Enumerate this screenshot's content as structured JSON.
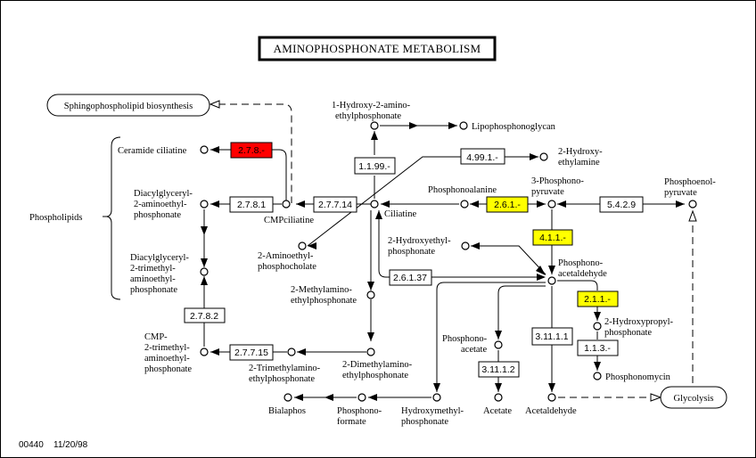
{
  "title": "AMINOPHOSPHONATE METABOLISM",
  "footer": {
    "map_id": "00440",
    "date": "11/20/98"
  },
  "colors": {
    "highlight_red": "#ff0000",
    "highlight_yellow": "#ffff00",
    "default_box": "#ffffff"
  },
  "pathway_links": {
    "sphingo": "Sphingophospholipid biosynthesis",
    "glycolysis": "Glycolysis"
  },
  "group_label": "Phospholipids",
  "enzymes": {
    "e2781": "2.7.8.1",
    "e278x": "2.7.8.-",
    "e27714": "2.7.7.14",
    "e1199": "1.1.99.-",
    "e4991": "4.99.1.-",
    "e261x": "2.6.1.-",
    "e5429": "5.4.2.9",
    "e411x": "4.1.1.-",
    "e26137": "2.6.1.37",
    "e211x": "2.1.1.-",
    "e113x": "1.1.3.-",
    "e31111": "3.11.1.1",
    "e31112": "3.11.1.2",
    "e2782": "2.7.8.2",
    "e27715": "2.7.7.15"
  },
  "compounds": {
    "ceramide": "Ceramide ciliatine",
    "dag_amino": [
      "Diacylglyceryl-",
      "2-aminoethyl-",
      "phosphonate"
    ],
    "dag_trimethyl": [
      "Diacylglyceryl-",
      "2-trimethyl-",
      "aminoethyl-",
      "phosphonate"
    ],
    "cmp_trimethyl": [
      "CMP-",
      "2-trimethyl-",
      "aminoethyl-",
      "phosphonate"
    ],
    "cmpciliatine": "CMPciliatine",
    "hydroxyamino": [
      "1-Hydroxy-2-amino-",
      "ethylphosphonate"
    ],
    "lipophosphonoglycan": "Lipophosphonoglycan",
    "hydroxyethylamine": [
      "2-Hydroxy-",
      "ethylamine"
    ],
    "ciliatine": "Ciliatine",
    "phosphonoalanine": "Phosphonoalanine",
    "phosphonopyruvate": [
      "3-Phosphono-",
      "pyruvate"
    ],
    "pep": [
      "Phosphoenol-",
      "pyruvate"
    ],
    "aminoethylphosphocholate": [
      "2-Aminoethyl-",
      "phosphocholate"
    ],
    "hydroxyethylphosphonate": [
      "2-Hydroxyethyl-",
      "phosphonate"
    ],
    "phosphonoacetaldehyde": [
      "Phosphono-",
      "acetaldehyde"
    ],
    "methylamino": [
      "2-Methylamino-",
      "ethylphosphonate"
    ],
    "hydroxypropyl": [
      "2-Hydroxypropyl-",
      "phosphonate"
    ],
    "phosphonoacetate": [
      "Phosphono-",
      "acetate"
    ],
    "trimethylamino": [
      "2-Trimethylamino-",
      "ethylphosphonate"
    ],
    "dimethylamino": [
      "2-Dimethylamino-",
      "ethylphosphonate"
    ],
    "phosphonomycin": "Phosphonomycin",
    "bialaphos": "Bialaphos",
    "phosphonoformate": [
      "Phosphono-",
      "formate"
    ],
    "hydroxymethyl": [
      "Hydroxymethyl-",
      "phosphonate"
    ],
    "acetate": "Acetate",
    "acetaldehyde": "Acetaldehyde"
  }
}
